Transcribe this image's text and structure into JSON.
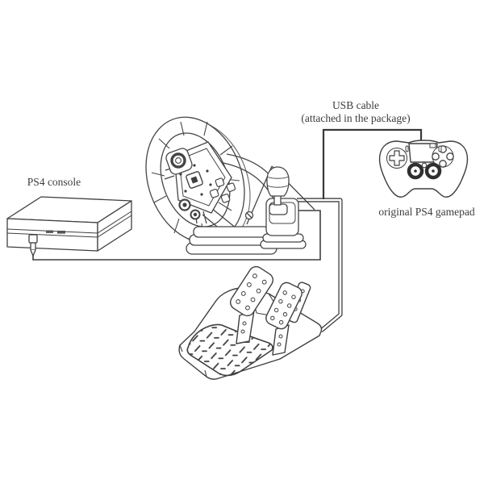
{
  "diagram": {
    "colors": {
      "background": "#ffffff",
      "line": "#3f3f3f",
      "text": "#3c3c3c"
    },
    "labels": {
      "console": "PS4 console",
      "usb_cable": "USB cable",
      "usb_cable_note": "(attached in the package)",
      "gamepad": "original PS4 gamepad"
    },
    "components": [
      {
        "name": "ps4-console"
      },
      {
        "name": "racing-wheel-with-gear-shifter"
      },
      {
        "name": "original-ps4-gamepad"
      },
      {
        "name": "foot-pedal-unit"
      }
    ],
    "connections": [
      {
        "from": "racing-wheel-with-gear-shifter",
        "to": "original-ps4-gamepad",
        "label": "USB cable (attached in the package)",
        "style": "single-line"
      },
      {
        "from": "ps4-console",
        "to": "racing-wheel-with-gear-shifter",
        "style": "single-line"
      },
      {
        "from": "racing-wheel-with-gear-shifter",
        "to": "foot-pedal-unit",
        "style": "double-line"
      }
    ]
  }
}
